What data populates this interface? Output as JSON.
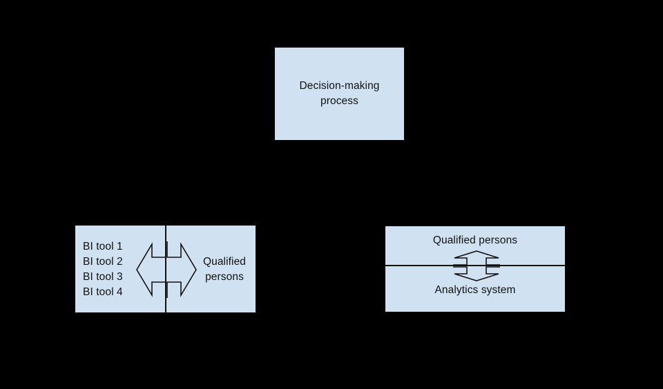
{
  "diagram": {
    "background_color": "#000000",
    "node_fill_color": "#d0e1f2",
    "stroke_color": "#111111",
    "nodes": {
      "decision": {
        "label": "Decision-making\nprocess"
      },
      "left": {
        "bi_tools_label": "BI tool 1\nBI tool 2\nBI tool 3\nBI tool 4",
        "qualified_persons_label": "Qualified\npersons",
        "arrow_icon": "double-headed-horizontal-arrow"
      },
      "right": {
        "qualified_persons_label": "Qualified persons",
        "analytics_system_label": "Analytics system",
        "arrow_icon": "double-headed-vertical-arrow"
      }
    }
  }
}
